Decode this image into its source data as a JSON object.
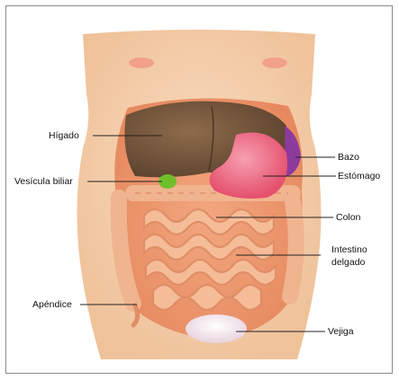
{
  "labels": {
    "liver": "Hígado",
    "gallbladder": "Vesícula biliar",
    "appendix": "Apéndice",
    "spleen": "Bazo",
    "stomach": "Estómago",
    "colon": "Colon",
    "small_intestine_line1": "Intestino",
    "small_intestine_line2": "delgado",
    "bladder": "Vejiga"
  },
  "colors": {
    "skin": "#f6d2ae",
    "liver": "#7a5a3e",
    "stomach": "#ee6e86",
    "spleen": "#8c3b9c",
    "gallbladder": "#6fbf2a",
    "intestine": "#f3b48c",
    "bladder": "#f2e6ec"
  }
}
